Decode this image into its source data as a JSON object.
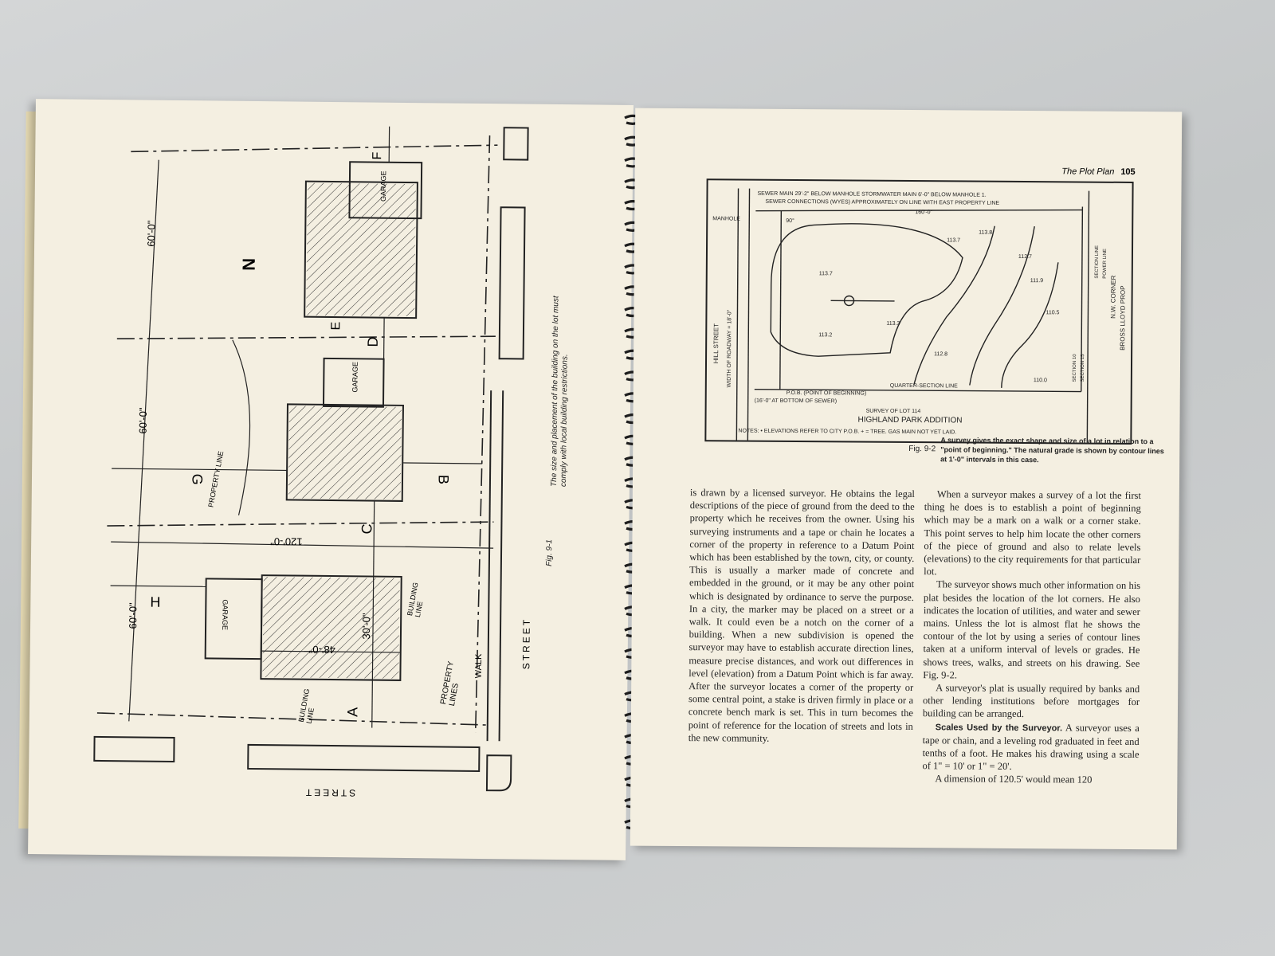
{
  "left_page": {
    "figure_label": "Fig. 9-1",
    "caption": "The size and placement of the building on the lot must comply with local building restrictions.",
    "labels": {
      "north": "N",
      "street_bottom": "STREET",
      "street_right": "STREET",
      "walk": "WALK",
      "property_lines": "PROPERTY LINES",
      "property_line": "PROPERTY LINE",
      "building_line_upper": "BUILDING LINE",
      "building_line_lower": "BUILDING LINE",
      "garage": "GARAGE",
      "dim_60_top": "60'-0\"",
      "dim_60_mid": "60'-0\"",
      "dim_60_low": "60'-0\"",
      "dim_120": "120'-0\"",
      "dim_48": "48'-0\"",
      "dim_30": "30'-0\"",
      "letter_a": "A",
      "letter_b": "B",
      "letter_c": "C",
      "letter_d": "D",
      "letter_e": "E",
      "letter_f": "F",
      "letter_g": "G",
      "letter_h": "H"
    }
  },
  "right_page": {
    "running_head": "The Plot Plan",
    "page_number": "105",
    "figure_label": "Fig. 9-2",
    "figure_caption": "A survey gives the exact shape and size of a lot in relation to a \"point of beginning.\" The natural grade is shown by contour lines at 1'-0\" intervals in this case.",
    "survey": {
      "line1": "SEWER MAIN 29'-2\" BELOW MANHOLE   STORMWATER MAIN 6'-0\" BELOW MANHOLE 1.",
      "line2": "SEWER CONNECTIONS (WYES) APPROXIMATELY ON LINE WITH EAST PROPERTY LINE",
      "dim_160": "160'-0\"",
      "manhole": "MANHOLE",
      "hill_street": "HILL STREET",
      "roadway": "WIDTH OF ROADWAY = 18'-0\"",
      "pob": "P.O.B. (POINT OF BEGINNING)",
      "sewer_bottom": "(16'-0\" AT BOTTOM OF SEWER)",
      "quarter_section": "QUARTER-SECTION LINE",
      "section_line": "SECTION LINE",
      "power_line": "POWER LINE",
      "corner": "N.W. CORNER",
      "bross": "BROSS LLOYD PROP",
      "section_10": "SECTION 10",
      "section_15": "SECTION 15",
      "title": "SURVEY OF LOT 114",
      "addition": "HIGHLAND PARK ADDITION",
      "notes": "NOTES: • ELEVATIONS REFER TO CITY P.O.B.   + = TREE.   GAS MAIN NOT YET LAID.",
      "elev_1": "113.7",
      "elev_2": "113.8",
      "elev_3": "113.7",
      "elev_4": "112.7",
      "elev_5": "111.9",
      "elev_6": "113.3",
      "elev_7": "113.2",
      "elev_8": "112.8",
      "elev_9": "110.5",
      "elev_10": "110.0",
      "angle": "90°"
    },
    "col1": [
      "is drawn by a licensed surveyor. He obtains the legal descriptions of the piece of ground from the deed to the property which he receives from the owner. Using his surveying instruments and a tape or chain he locates a corner of the property in reference to a Datum Point which has been established by the town, city, or county. This is usually a marker made of concrete and embedded in the ground, or it may be any other point which is designated by ordinance to serve the purpose. In a city, the marker may be placed on a street or a walk. It could even be a notch on the corner of a building. When a new subdivision is opened the surveyor may have to establish accurate direction lines, measure precise distances, and work out differences in level (elevation) from a Datum Point which is far away. After the surveyor locates a corner of the property or some central point, a stake is driven firmly in place or a concrete bench mark is set. This in turn becomes the point of reference for the location of streets and lots in the new community."
    ],
    "col2": [
      "When a surveyor makes a survey of a lot the first thing he does is to establish a point of beginning which may be a mark on a walk or a corner stake. This point serves to help him locate the other corners of the piece of ground and also to relate levels (elevations) to the city requirements for that particular lot.",
      "The surveyor shows much other information on his plat besides the location of the lot corners. He also indicates the location of utilities, and water and sewer mains. Unless the lot is almost flat he shows the contour of the lot by using a series of contour lines taken at a uniform interval of levels or grades. He shows trees, walks, and streets on his drawing. See Fig. 9-2.",
      "A surveyor's plat is usually required by banks and other lending institutions before mortgages for building can be arranged."
    ],
    "col2_runin_heading": "Scales Used by the Surveyor.",
    "col2_runin_text": "A surveyor uses a tape or chain, and a leveling rod graduated in feet and tenths of a foot. He makes his drawing using a scale of 1\" = 10' or 1\" = 20'.",
    "col2_last": "A dimension of 120.5' would mean 120"
  }
}
